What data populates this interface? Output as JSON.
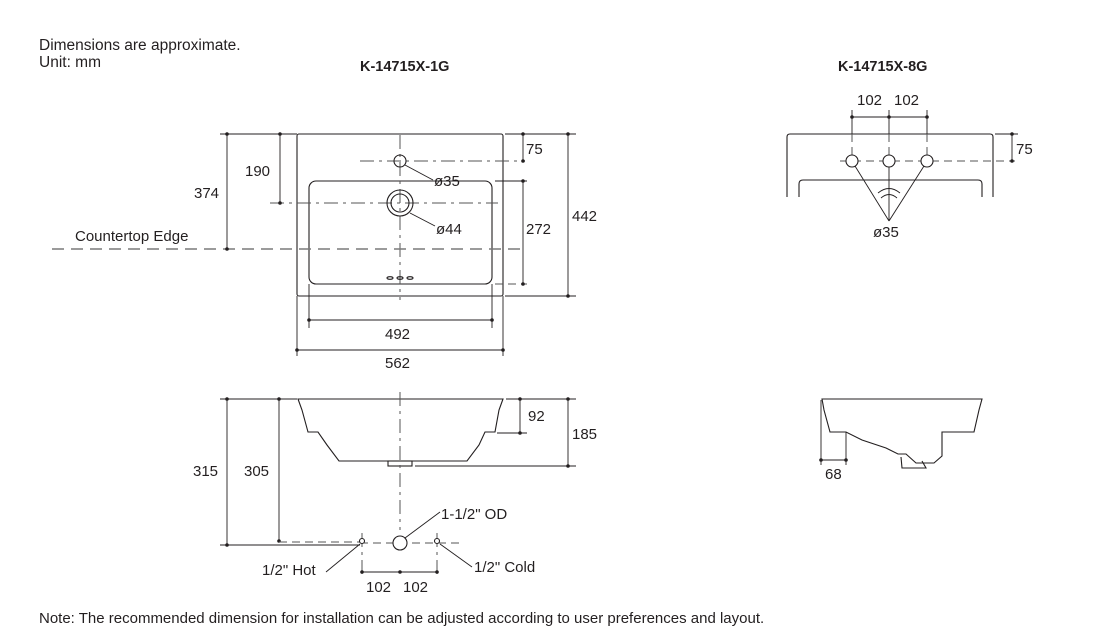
{
  "notes": {
    "approx": "Dimensions are approximate.",
    "unit": "Unit: mm",
    "footer": "Note: The recommended dimension for installation can be adjusted according to user preferences and layout."
  },
  "models": {
    "left": "K-14715X-1G",
    "right": "K-14715X-8G"
  },
  "top_view_1g": {
    "countertop_label": "Countertop Edge",
    "dim_374": "374",
    "dim_190": "190",
    "dim_75": "75",
    "dim_272": "272",
    "dim_442": "442",
    "dim_492": "492",
    "dim_562": "562",
    "faucet_hole": "ø35",
    "drain_hole": "ø44"
  },
  "top_view_8g": {
    "spacing_left": "102",
    "spacing_right": "102",
    "dim_75": "75",
    "faucet_holes": "ø35"
  },
  "side_view_1g": {
    "dim_92": "92",
    "dim_185": "185",
    "dim_315": "315",
    "dim_305": "305",
    "drain_od": "1-1/2\" OD",
    "hot": "1/2\" Hot",
    "cold": "1/2\" Cold",
    "spacing_left": "102",
    "spacing_right": "102"
  },
  "side_view_8g": {
    "dim_68": "68"
  }
}
